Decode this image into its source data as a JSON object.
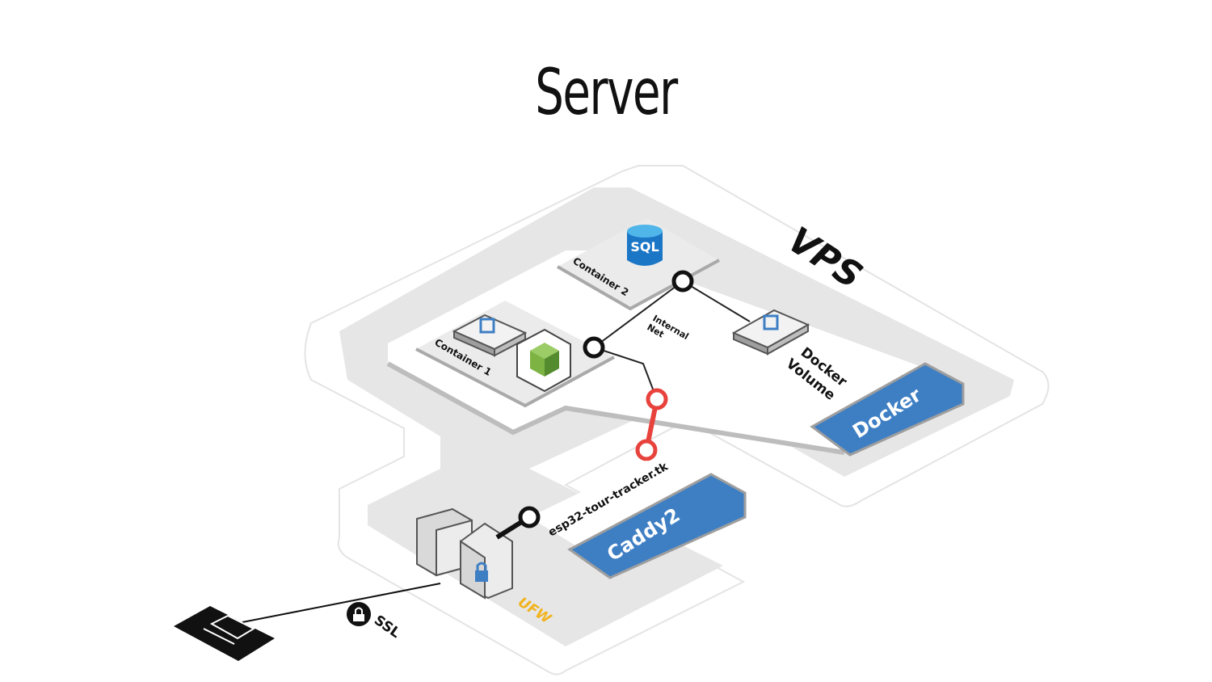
{
  "title": "Server",
  "diagram": {
    "vps_label": "VPS",
    "docker_label": "Docker",
    "caddy_label": "Caddy2",
    "ufw_label": "UFW",
    "ssl_label": "SSL",
    "container1_label": "Container 1",
    "container2_label": "Container 2",
    "sql_label": "SQL",
    "internal_net_line1": "Internal",
    "internal_net_line2": "Net",
    "volume_line1": "Docker",
    "volume_line2": "Volume",
    "domain_label": "esp32-tour-tracker.tk"
  },
  "colors": {
    "accent_blue": "#3e7fc4",
    "route_red": "#e8423d",
    "ufw_yellow": "#f2b21c",
    "platform_gray": "#e6e6e6",
    "node_green": "#7cb342",
    "sql_blue": "#1b76c6"
  }
}
